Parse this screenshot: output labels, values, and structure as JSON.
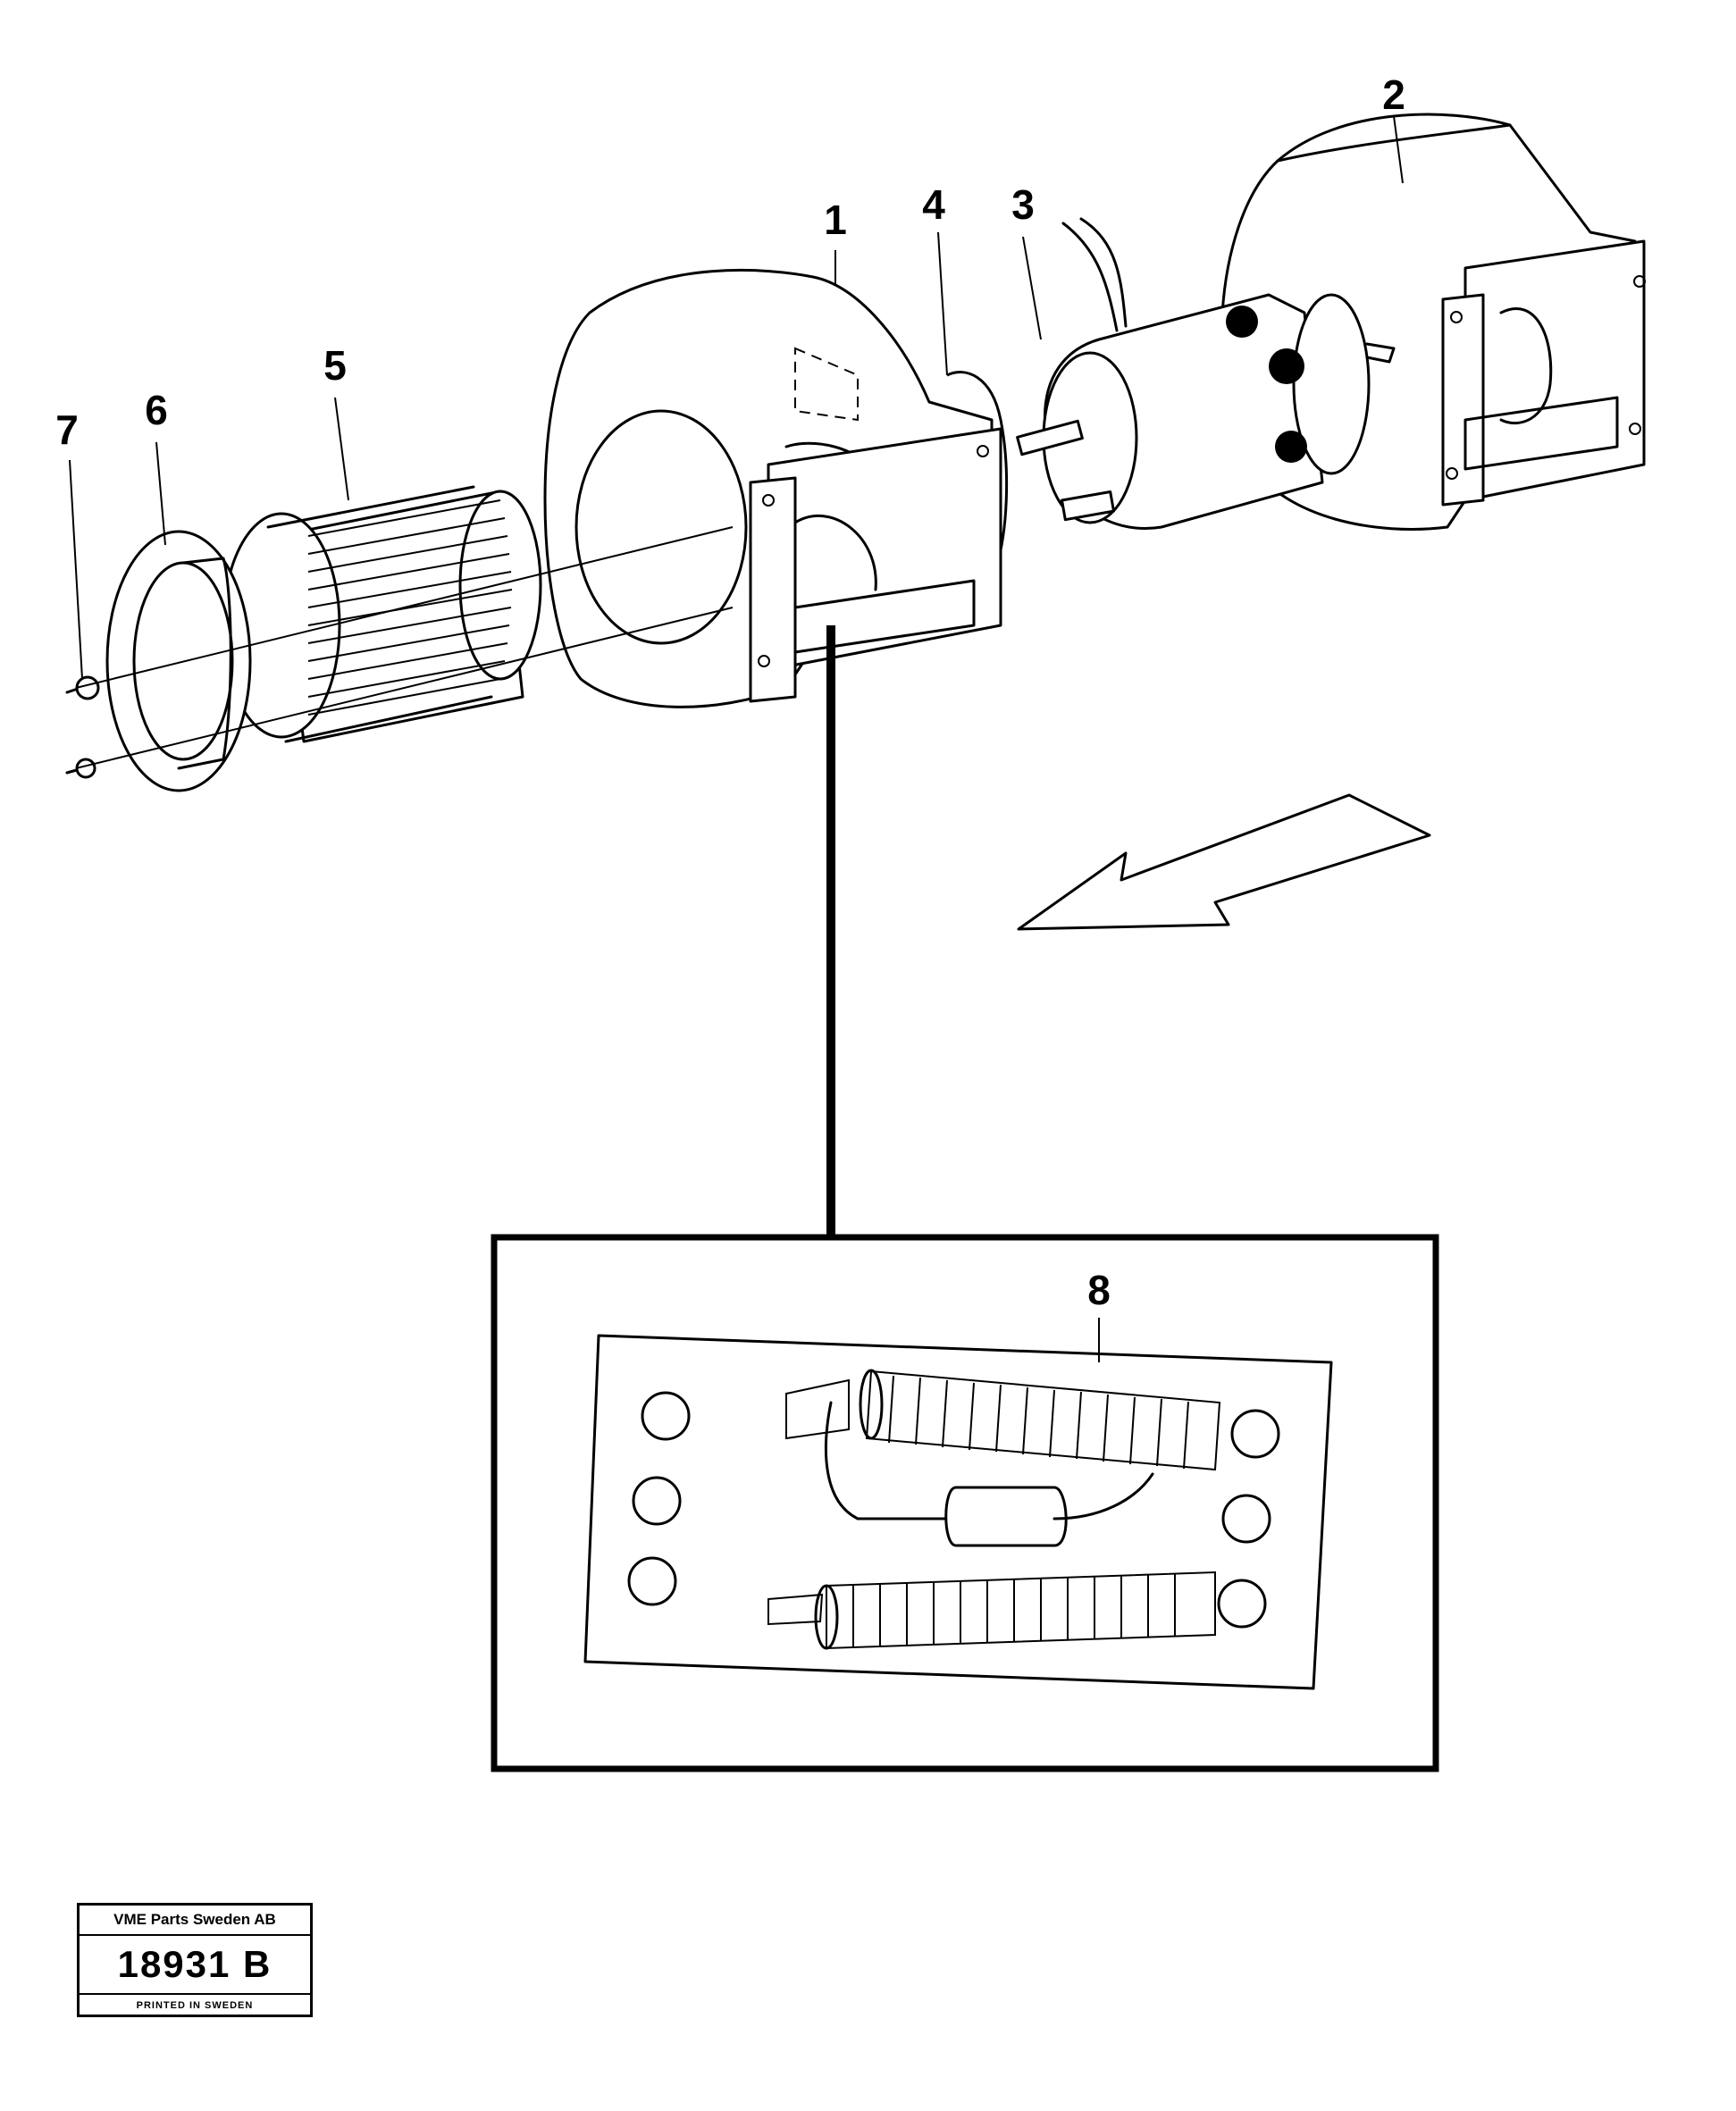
{
  "callouts": {
    "c1": "1",
    "c2": "2",
    "c3": "3",
    "c4": "4",
    "c5": "5",
    "c6": "6",
    "c7": "7",
    "c8": "8"
  },
  "stamp": {
    "company": "VME Parts Sweden AB",
    "number": "18931 B",
    "printed": "PRINTED IN SWEDEN"
  }
}
